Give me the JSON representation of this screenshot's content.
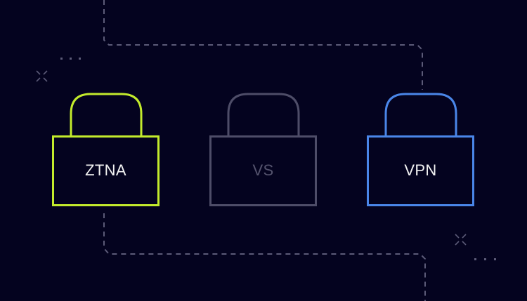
{
  "colors": {
    "background": "#04031f",
    "dash": "#5c5b78",
    "ztna": "#c3eb2c",
    "vs": "#4e4d68",
    "vpn": "#4a86e8",
    "label_light": "#f2f2f2",
    "label_dim": "#55546e"
  },
  "locks": [
    {
      "label": "ZTNA"
    },
    {
      "label": "VS"
    },
    {
      "label": "VPN"
    }
  ]
}
